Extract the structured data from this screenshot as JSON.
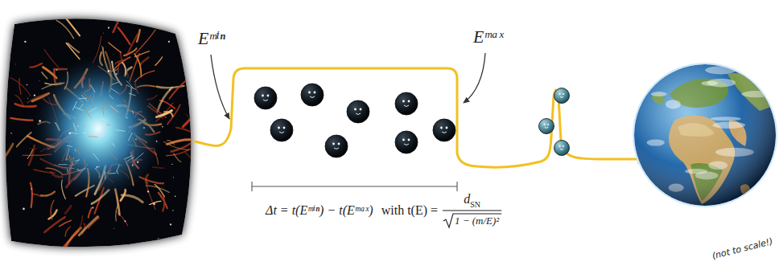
{
  "diagram": {
    "labels": [
      "Eᵐⁱⁿ",
      "Eᵐᵃˣ",
      "Δt = t(Eᵐⁱⁿ) − t(Eᵐᵃˣ)",
      "with t(E) =",
      "d",
      "SN",
      "1 − (m/E)²",
      "(not to scale!)"
    ]
  }
}
